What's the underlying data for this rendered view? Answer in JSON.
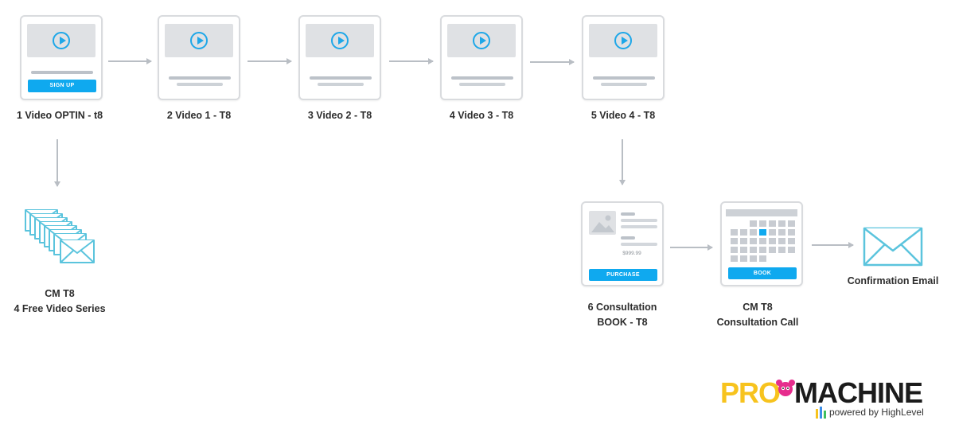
{
  "colors": {
    "accent": "#0fa9ef",
    "connector": "#b9bec4",
    "icon": "#5bc4dd"
  },
  "steps": [
    {
      "title": "1 Video OPTIN - t8",
      "button": "SIGN UP"
    },
    {
      "title": "2 Video 1 - T8"
    },
    {
      "title": "3 Video 2 - T8"
    },
    {
      "title": "4 Video 3 - T8"
    },
    {
      "title": "5 Video 4 - T8"
    }
  ],
  "email_series": {
    "line1": "CM T8",
    "line2": "4 Free Video Series",
    "icon": "email-stack-icon"
  },
  "consultation_page": {
    "line1": "6 Consultation",
    "line2": "BOOK - T8",
    "price": "$999.99",
    "button": "PURCHASE"
  },
  "consultation_call": {
    "line1": "CM T8",
    "line2": "Consultation Call",
    "button": "BOOK"
  },
  "confirmation": {
    "title": "Confirmation Email",
    "icon": "envelope-icon"
  },
  "brand": {
    "logo_a": "PRO",
    "logo_b": "MACHINE",
    "tagline": "powered by HighLevel"
  }
}
